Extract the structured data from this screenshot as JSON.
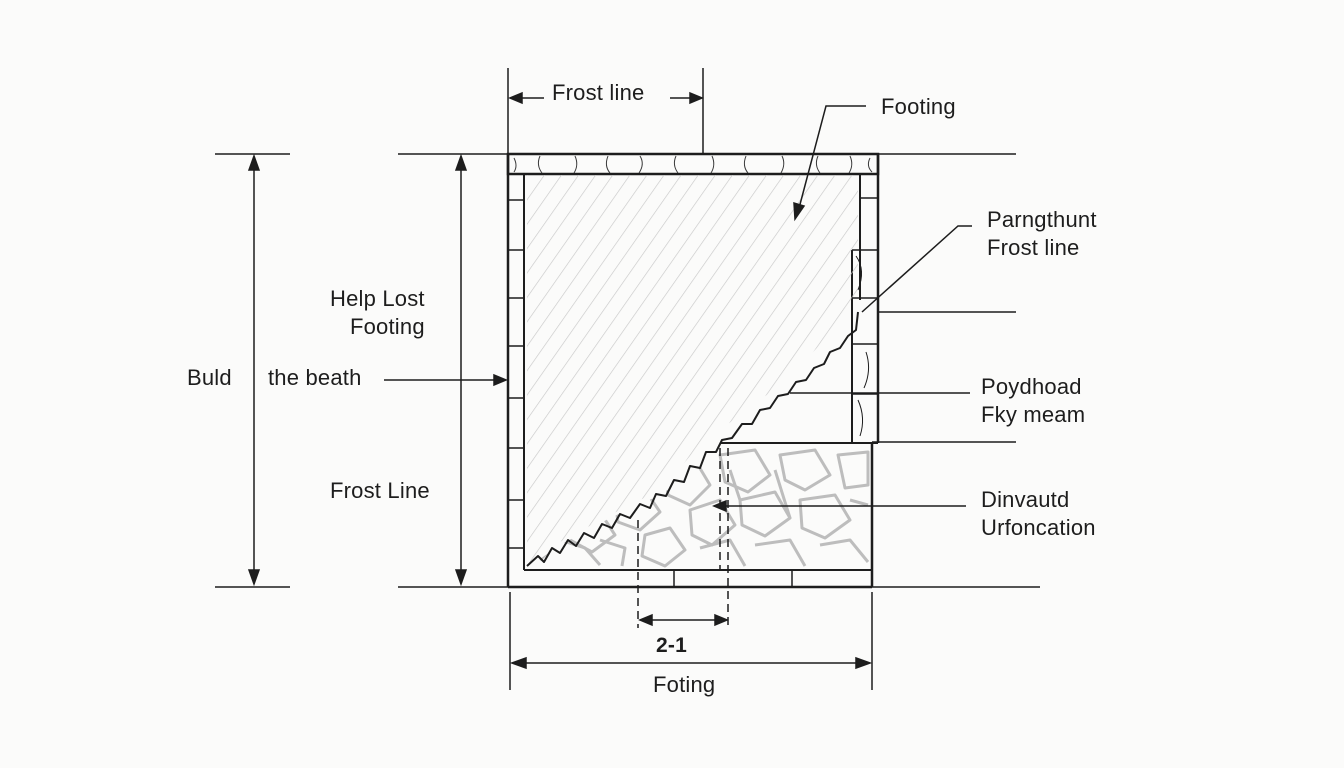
{
  "labels": {
    "frost_line_top": "Frost line",
    "footing_top": "Footing",
    "parngthunt": [
      "Parngthunt",
      "Frost line"
    ],
    "help_lost": [
      "Help Lost",
      "Footing"
    ],
    "build": "Buld",
    "the_beath": "the beath",
    "frost_line_left": "Frost Line",
    "poydhoad": [
      "Poydhoad",
      "Fky meam"
    ],
    "dinvautd": [
      "Dinvautd",
      "Urfoncation"
    ],
    "dimension_small": "2-1",
    "foting_bottom": "Foting"
  },
  "colors": {
    "ink": "#1d1d1d",
    "hatch": "#c8c8c8",
    "gravel": "#bdbdbd",
    "background": "#fbfbfa"
  }
}
